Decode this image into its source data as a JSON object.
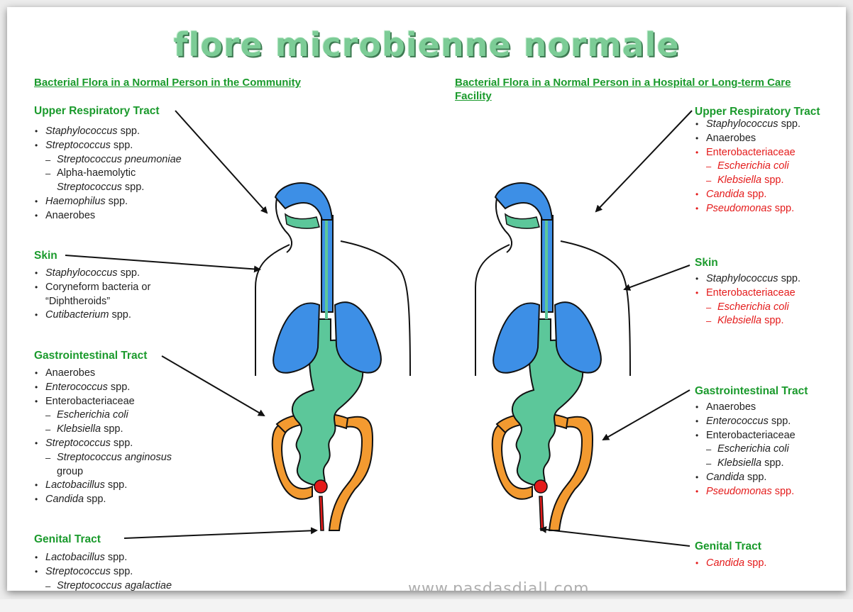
{
  "title": "flore microbienne normale",
  "left": {
    "heading": "Bacterial Flora in a Normal Person in the Community",
    "upper": {
      "title": "Upper Respiratory Tract",
      "items": [
        {
          "t": "Staphylococcus",
          "r": " spp.",
          "k": "b"
        },
        {
          "t": "Streptococcus",
          "r": " spp.",
          "k": "b"
        },
        {
          "t": "Streptococcus pneumoniae",
          "r": "",
          "k": "s"
        },
        {
          "t": "",
          "r": "Alpha-haemolytic",
          "k": "s"
        },
        {
          "t": "Streptococcus",
          "r": " spp.",
          "k": "c"
        },
        {
          "t": "Haemophilus",
          "r": " spp.",
          "k": "b"
        },
        {
          "t": "",
          "r": "Anaerobes",
          "k": "b"
        }
      ]
    },
    "skin": {
      "title": "Skin",
      "items": [
        {
          "t": "Staphylococcus",
          "r": " spp.",
          "k": "b"
        },
        {
          "t": "",
          "r": "Coryneform bacteria or",
          "k": "b"
        },
        {
          "t": "",
          "r": "“Diphtheroids”",
          "k": "c0"
        },
        {
          "t": "Cutibacterium",
          "r": " spp.",
          "k": "b"
        }
      ]
    },
    "gi": {
      "title": "Gastrointestinal Tract",
      "items": [
        {
          "t": "",
          "r": "Anaerobes",
          "k": "b"
        },
        {
          "t": "Enterococcus",
          "r": " spp.",
          "k": "b"
        },
        {
          "t": "",
          "r": "Enterobacteriaceae",
          "k": "b"
        },
        {
          "t": "Escherichia coli",
          "r": "",
          "k": "s"
        },
        {
          "t": "Klebsiella",
          "r": " spp.",
          "k": "s"
        },
        {
          "t": "Streptococcus",
          "r": " spp.",
          "k": "b"
        },
        {
          "t": "Streptococcus anginosus",
          "r": "",
          "k": "s"
        },
        {
          "t": "",
          "r": "group",
          "k": "c"
        },
        {
          "t": "Lactobacillus",
          "r": " spp.",
          "k": "b"
        },
        {
          "t": "Candida",
          "r": " spp.",
          "k": "b"
        }
      ]
    },
    "genital": {
      "title": "Genital Tract",
      "items": [
        {
          "t": "Lactobacillus",
          "r": " spp.",
          "k": "b"
        },
        {
          "t": "Streptococcus",
          "r": " spp.",
          "k": "b"
        },
        {
          "t": "Streptococcus agalactiae",
          "r": "",
          "k": "s"
        }
      ]
    }
  },
  "right": {
    "heading_line1": "Bacterial Flora in a Normal Person in a Hospital or Long-term Care",
    "heading_line2": "Facility",
    "upper": {
      "title": "Upper Respiratory Tract",
      "items": [
        {
          "t": "Staphylococcus",
          "r": " spp.",
          "k": "b",
          "red": false
        },
        {
          "t": "",
          "r": "Anaerobes",
          "k": "b",
          "red": false
        },
        {
          "t": "",
          "r": "Enterobacteriaceae",
          "k": "b",
          "red": true
        },
        {
          "t": "Escherichia coli",
          "r": "",
          "k": "s",
          "red": true
        },
        {
          "t": "Klebsiella",
          "r": " spp.",
          "k": "s",
          "red": true
        },
        {
          "t": "Candida",
          "r": " spp.",
          "k": "b",
          "red": true
        },
        {
          "t": "Pseudomonas",
          "r": " spp.",
          "k": "b",
          "red": true
        }
      ]
    },
    "skin": {
      "title": "Skin",
      "items": [
        {
          "t": "Staphylococcus",
          "r": " spp.",
          "k": "b",
          "red": false
        },
        {
          "t": "",
          "r": "Enterobacteriaceae",
          "k": "b",
          "red": true
        },
        {
          "t": "Escherichia coli",
          "r": "",
          "k": "s",
          "red": true
        },
        {
          "t": "Klebsiella",
          "r": " spp.",
          "k": "s",
          "red": true
        }
      ]
    },
    "gi": {
      "title": "Gastrointestinal Tract",
      "items": [
        {
          "t": "",
          "r": "Anaerobes",
          "k": "b",
          "red": false
        },
        {
          "t": "Enterococcus",
          "r": " spp.",
          "k": "b",
          "red": false
        },
        {
          "t": "",
          "r": "Enterobacteriaceae",
          "k": "b",
          "red": false
        },
        {
          "t": "Escherichia coli",
          "r": "",
          "k": "s",
          "red": false
        },
        {
          "t": "Klebsiella",
          "r": " spp.",
          "k": "s",
          "red": false
        },
        {
          "t": "Candida",
          "r": " spp.",
          "k": "b",
          "red": false
        },
        {
          "t": "Pseudomonas",
          "r": " spp.",
          "k": "b",
          "red": true
        }
      ]
    },
    "genital": {
      "title": "Genital Tract",
      "items": [
        {
          "t": "Candida",
          "r": " spp.",
          "k": "b",
          "red": true
        }
      ]
    }
  },
  "watermark": "www.pasdasdiall.com",
  "colors": {
    "heading_green": "#1a9a2c",
    "airway_blue": "#3d8fe6",
    "gut_green": "#5cc79a",
    "colon_orange": "#f39a30",
    "highlight_red": "#e41b1b"
  }
}
